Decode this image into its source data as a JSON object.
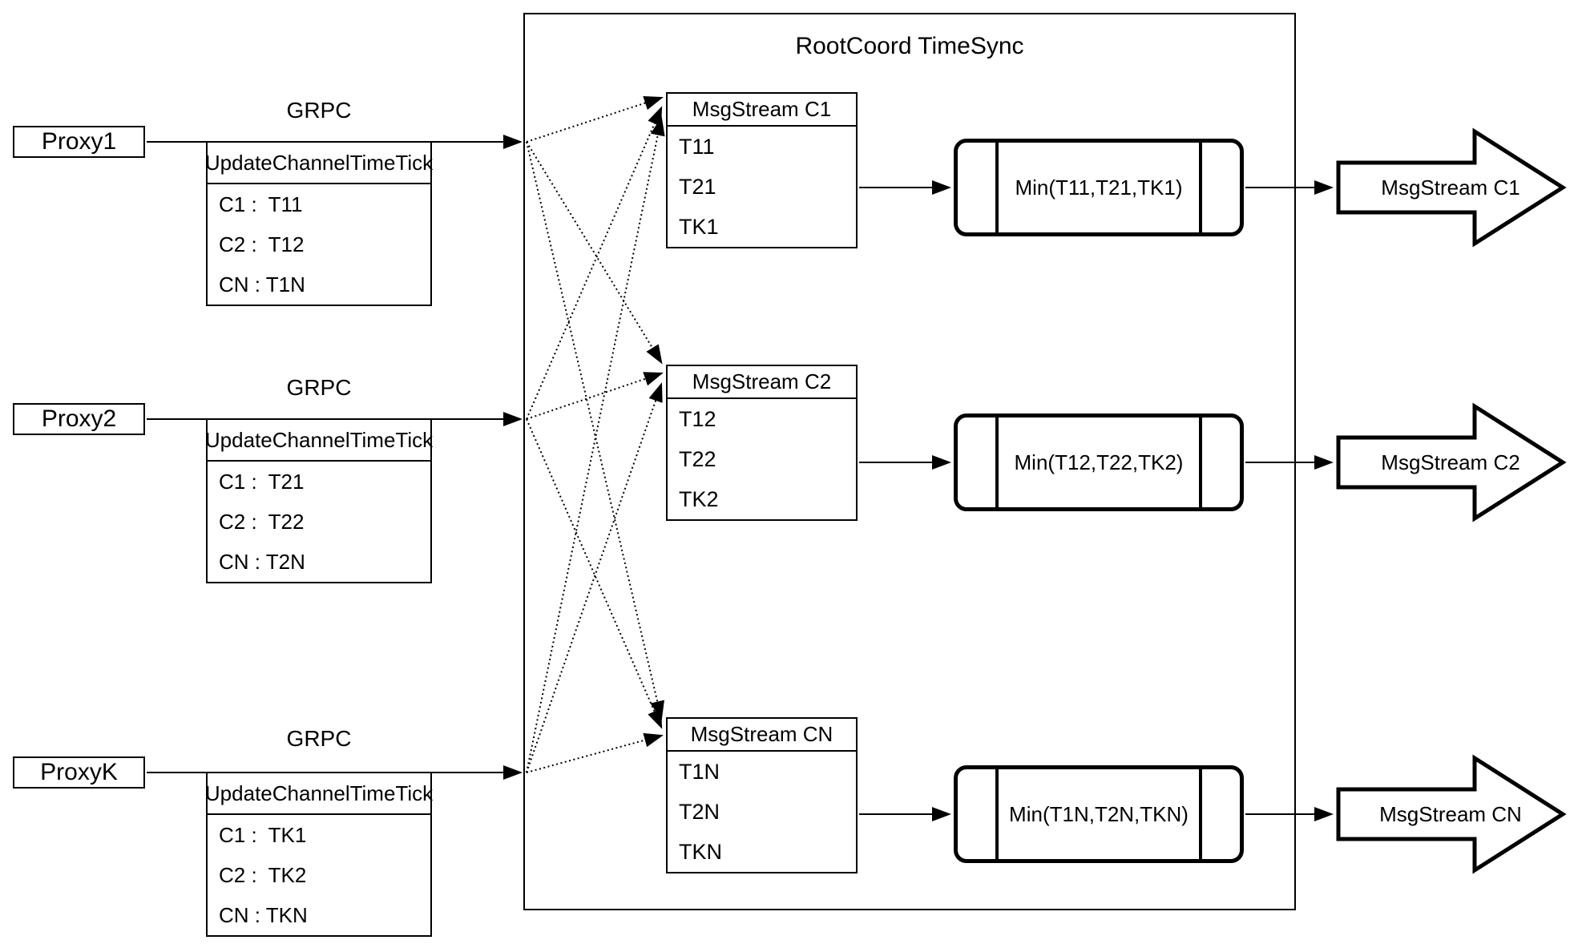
{
  "diagram": {
    "container_title": "RootCoord TimeSync",
    "colors": {
      "stroke": "#000000",
      "background": "#ffffff"
    },
    "proxies": [
      {
        "name": "Proxy1",
        "protocol_label": "GRPC",
        "table": {
          "header": "UpdateChannelTimeTick",
          "rows": [
            "C1 :  T11",
            "C2 :  T12",
            "CN : T1N"
          ]
        }
      },
      {
        "name": "Proxy2",
        "protocol_label": "GRPC",
        "table": {
          "header": "UpdateChannelTimeTick",
          "rows": [
            "C1 :  T21",
            "C2 :  T22",
            "CN : T2N"
          ]
        }
      },
      {
        "name": "ProxyK",
        "protocol_label": "GRPC",
        "table": {
          "header": "UpdateChannelTimeTick",
          "rows": [
            "C1 :  TK1",
            "C2 :  TK2",
            "CN : TKN"
          ]
        }
      }
    ],
    "streams": [
      {
        "header": "MsgStream C1",
        "rows": [
          "T11",
          "T21",
          "TK1"
        ],
        "min_label": "Min(T11,T21,TK1)",
        "output_label": "MsgStream C1"
      },
      {
        "header": "MsgStream C2",
        "rows": [
          "T12",
          "T22",
          "TK2"
        ],
        "min_label": "Min(T12,T22,TK2)",
        "output_label": "MsgStream C2"
      },
      {
        "header": "MsgStream CN",
        "rows": [
          "T1N",
          "T2N",
          "TKN"
        ],
        "min_label": "Min(T1N,T2N,TKN)",
        "output_label": "MsgStream CN"
      }
    ]
  }
}
